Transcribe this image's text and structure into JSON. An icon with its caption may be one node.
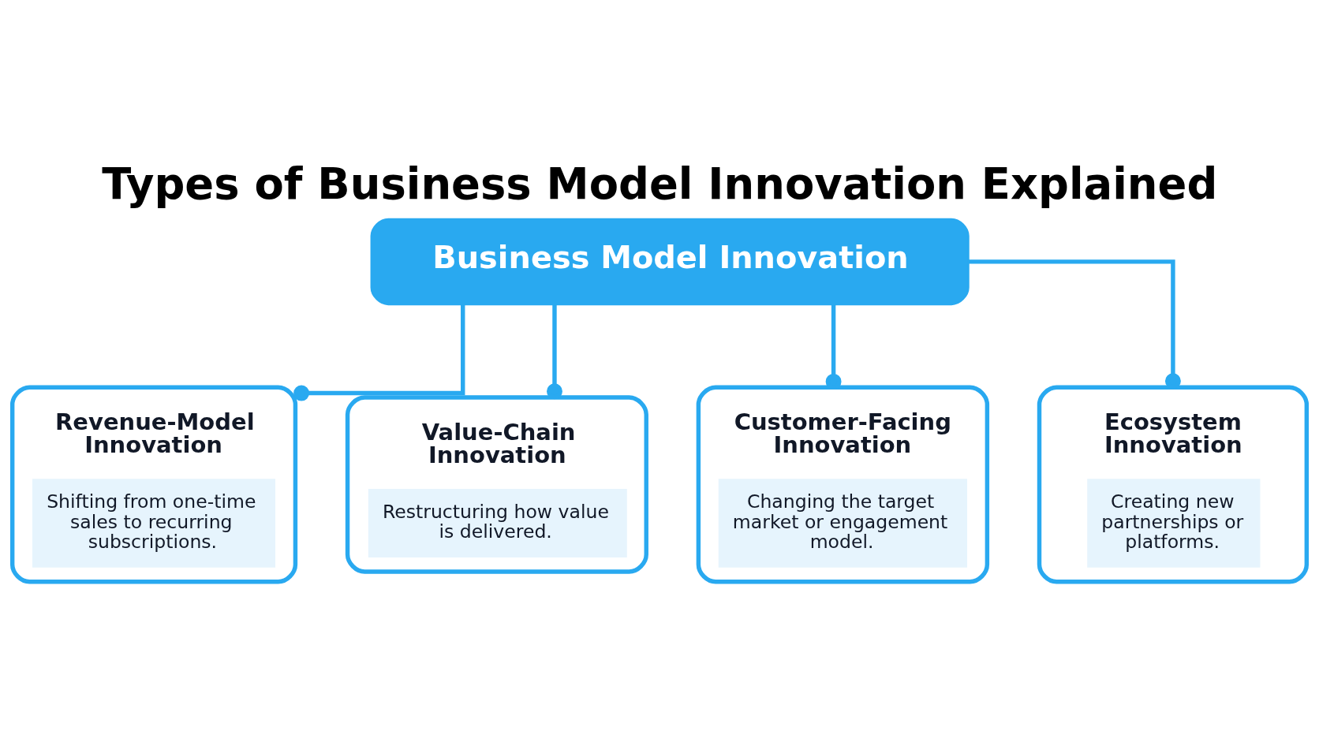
{
  "diagram": {
    "title": "Types of Business Model Innovation Explained",
    "nodes": [
      {
        "text": [
          "Business Model Innovation"
        ]
      },
      {
        "text": [
          "Revenue-Model Innovation",
          "Shifting from one-time sales to recurring subscriptions."
        ]
      },
      {
        "text": [
          "Value-Chain Innovation",
          "Restructuring how value is delivered."
        ]
      },
      {
        "text": [
          "Customer-Facing Innovation",
          "Changing the target market or engagement model."
        ]
      },
      {
        "text": [
          "Ecosystem Innovation",
          "Creating new partnerships or platforms."
        ]
      }
    ],
    "edges": [
      {
        "from": 0,
        "to": 1,
        "arrow": "other"
      },
      {
        "from": 0,
        "to": 2,
        "arrow": "other"
      },
      {
        "from": 0,
        "to": 3,
        "arrow": "other"
      },
      {
        "from": 0,
        "to": 4,
        "arrow": "other"
      }
    ]
  }
}
